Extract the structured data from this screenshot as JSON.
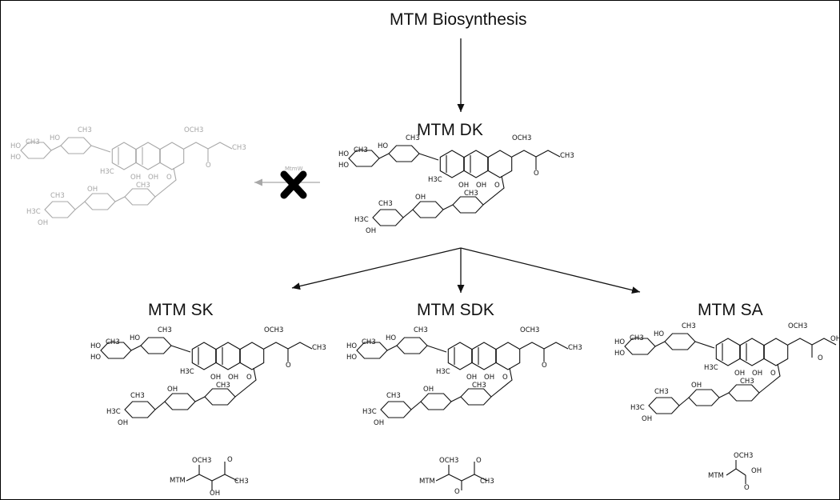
{
  "title": "MTM Biosynthesis",
  "nodes": {
    "dk": "MTM DK",
    "sk": "MTM SK",
    "sdk": "MTM SDK",
    "sa": "MTM SA"
  },
  "enzyme": "MtmW",
  "colors": {
    "line": "#111111",
    "blocked": "#a8a8a8",
    "cross": "#000000"
  },
  "structure_labels": {
    "ho": "HO",
    "oh": "OH",
    "ch3": "CH3",
    "h3c": "H3C",
    "o": "O",
    "och3": "OCH3",
    "mtm": "MTM"
  }
}
